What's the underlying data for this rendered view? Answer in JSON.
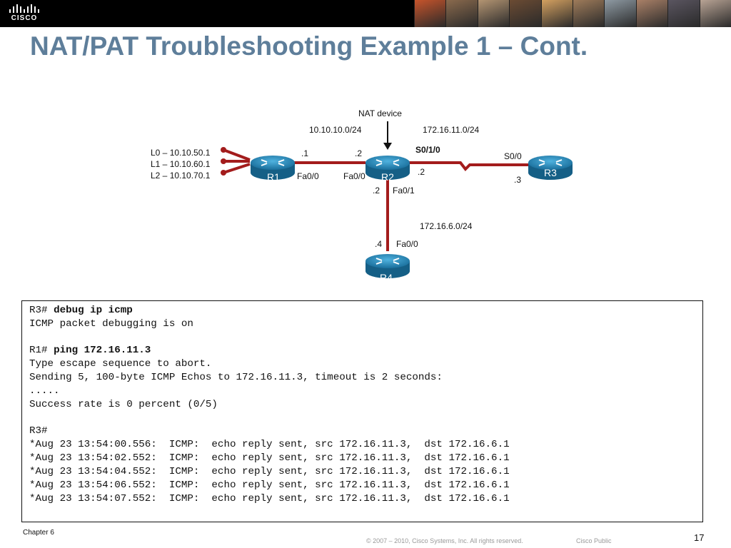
{
  "header": {
    "logo_text": "CISCO",
    "photo_colors": [
      "#c7542b",
      "#8a6a4d",
      "#b39472",
      "#6b4b33",
      "#d4a060",
      "#9e7b5a",
      "#8e9aa3",
      "#a98067",
      "#5a5560",
      "#b8a394"
    ]
  },
  "slide": {
    "title": "NAT/PAT Troubleshooting Example 1 – Cont."
  },
  "diagram": {
    "nat_device_label": "NAT device",
    "net_r1_r2": "10.10.10.0/24",
    "net_r2_r3": "172.16.11.0/24",
    "net_r2_r4": "172.16.6.0/24",
    "loopbacks": [
      "L0 – 10.10.50.1",
      "L1 – 10.10.60.1",
      "L2 – 10.10.70.1"
    ],
    "routers": {
      "r1": "R1",
      "r2": "R2",
      "r3": "R3",
      "r4": "R4"
    },
    "r1_host": ".1",
    "r1_iface": "Fa0/0",
    "r2_host_r1": ".2",
    "r2_iface_r1": "Fa0/0",
    "r2_iface_r3": "S0/1/0",
    "r2_host_r3": ".2",
    "r3_iface": "S0/0",
    "r3_host": ".3",
    "r2_host_r4": ".2",
    "r2_iface_r4": "Fa0/1",
    "r4_host": ".4",
    "r4_iface": "Fa0/0",
    "colors": {
      "link": "#a31c1c",
      "router": "#1f7fae",
      "router_dark": "#155f86"
    }
  },
  "console": {
    "lines": [
      {
        "prompt": "R3# ",
        "cmd": "debug ip icmp"
      },
      {
        "text": "ICMP packet debugging is on"
      },
      {
        "blank": true
      },
      {
        "prompt": "R1# ",
        "cmd": "ping 172.16.11.3"
      },
      {
        "text": "Type escape sequence to abort."
      },
      {
        "text": "Sending 5, 100-byte ICMP Echos to 172.16.11.3, timeout is 2 seconds:"
      },
      {
        "text": "....."
      },
      {
        "text": "Success rate is 0 percent (0/5)"
      },
      {
        "blank": true
      },
      {
        "text": "R3#"
      },
      {
        "text": "*Aug 23 13:54:00.556:  ICMP:  echo reply sent, src 172.16.11.3,  dst 172.16.6.1"
      },
      {
        "text": "*Aug 23 13:54:02.552:  ICMP:  echo reply sent, src 172.16.11.3,  dst 172.16.6.1"
      },
      {
        "text": "*Aug 23 13:54:04.552:  ICMP:  echo reply sent, src 172.16.11.3,  dst 172.16.6.1"
      },
      {
        "text": "*Aug 23 13:54:06.552:  ICMP:  echo reply sent, src 172.16.11.3,  dst 172.16.6.1"
      },
      {
        "text": "*Aug 23 13:54:07.552:  ICMP:  echo reply sent, src 172.16.11.3,  dst 172.16.6.1"
      }
    ]
  },
  "footer": {
    "chapter": "Chapter 6",
    "copyright": "© 2007 – 2010, Cisco Systems, Inc. All rights reserved.",
    "classification": "Cisco Public",
    "page_number": "17"
  }
}
